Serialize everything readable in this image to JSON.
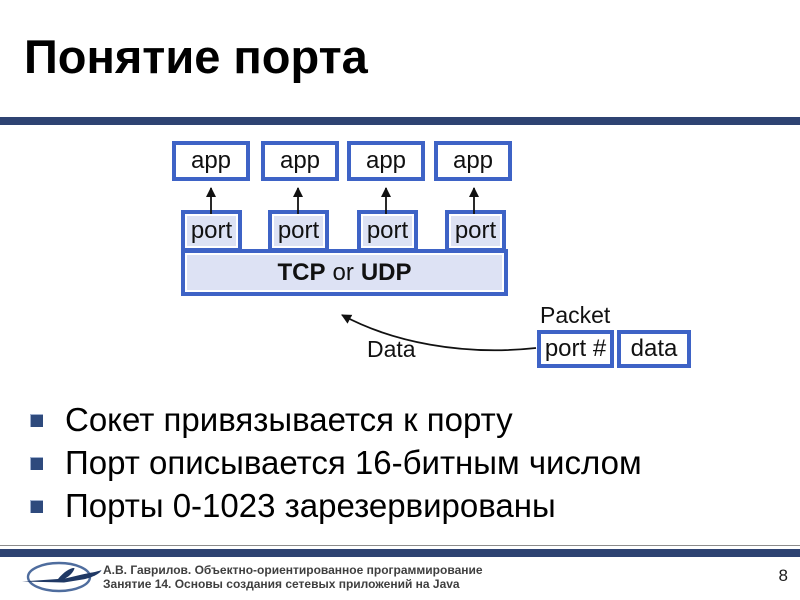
{
  "slide": {
    "title": "Понятие порта",
    "page_number": "8"
  },
  "diagram": {
    "app_label": "app",
    "port_label": "port",
    "protocol": {
      "tcp": "TCP",
      "or": "or",
      "udp": "UDP"
    },
    "packet": {
      "label": "Packet",
      "port_cell": "port #",
      "data_cell": "data"
    },
    "data_arrow_label": "Data"
  },
  "bullets": [
    {
      "text": "Сокет привязывается к порту"
    },
    {
      "text": "Порт описывается 16-битным числом"
    },
    {
      "text": "Порты 0-1023 зарезервированы"
    }
  ],
  "footer": {
    "line1": "А.В. Гаврилов. Объектно-ориентированное программирование",
    "line2": "Занятие 14. Основы создания сетевых приложений на Java"
  },
  "icons": {
    "logo": "airplane-swoosh-logo",
    "up_arrow": "up-arrow",
    "data_flow_arrow": "curved-arrow"
  },
  "colors": {
    "box_border_blue": "#3e63c6",
    "box_fill_lavender": "#dde2f4",
    "divider_navy": "#2e4372",
    "bullet_square_navy": "#2e4a7d",
    "footer_text_gray": "#3f3f3f"
  }
}
